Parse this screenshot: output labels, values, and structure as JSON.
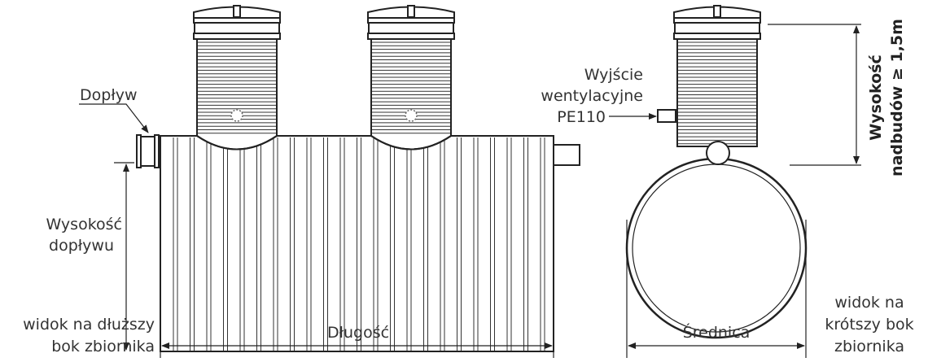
{
  "labels": {
    "inlet": "Dopływ",
    "inlet_height": [
      "Wysokość",
      "dopływu"
    ],
    "long_view": [
      "widok na dłuższy",
      "bok zbiornika"
    ],
    "length": "Długość",
    "vent_outlet": [
      "Wyjście",
      "wentylacyjne",
      "PE110"
    ],
    "diameter": "Średnica",
    "short_view": [
      "widok na",
      "krótszy bok",
      "zbiornika"
    ],
    "riser_height": [
      "Wysokość",
      "nadbudów ≥ 1,5m"
    ]
  }
}
